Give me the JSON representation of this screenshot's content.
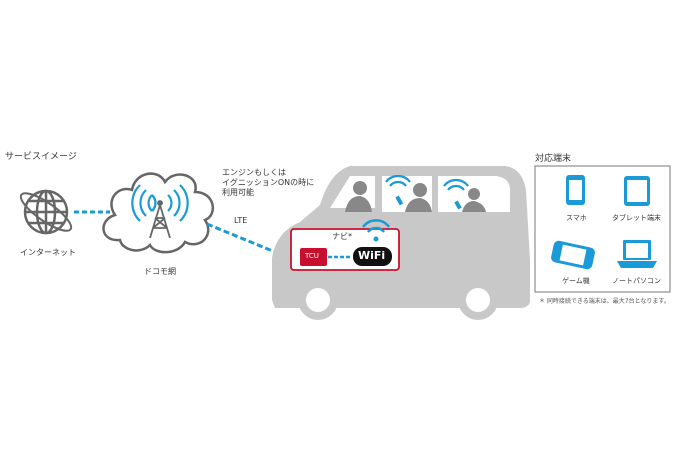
{
  "section_title": "サービスイメージ",
  "internet_label": "インターネット",
  "network_label": "ドコモ網",
  "lte_label": "LTE",
  "availability_note": [
    "エンジンもしくは",
    "イグニッションONの時に",
    "利用可能"
  ],
  "navi_label": "ナビ*",
  "tcu_label": "TCU",
  "wifi_label": "WiFi",
  "devices": {
    "title": "対応端末",
    "items": [
      {
        "label": "スマホ",
        "icon": "smartphone-icon"
      },
      {
        "label": "タブレット端末",
        "icon": "tablet-icon"
      },
      {
        "label": "ゲーム機",
        "icon": "game-console-icon"
      },
      {
        "label": "ノートパソコン",
        "icon": "laptop-icon"
      }
    ],
    "footnote": "＊ 同時接続できる端末は、最大7台となります。"
  },
  "colors": {
    "accent_blue": "#1a9ad6",
    "red": "#c8102e",
    "gray": "#c8c8c8",
    "dark": "#555555"
  }
}
